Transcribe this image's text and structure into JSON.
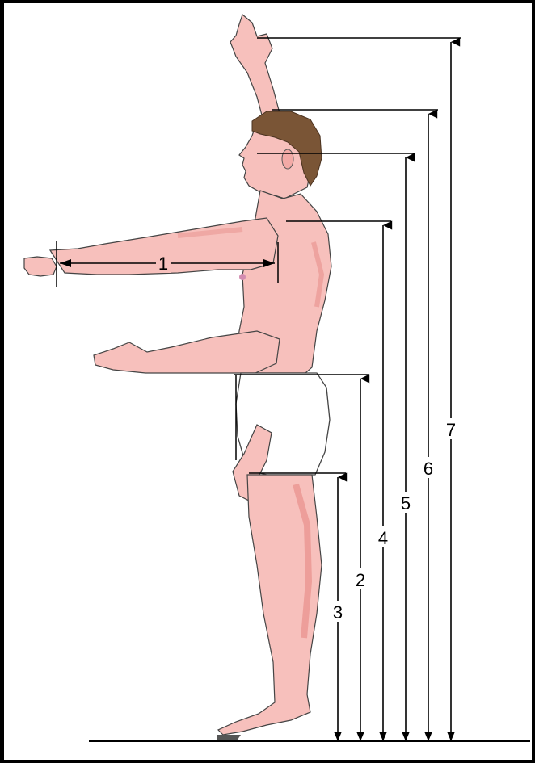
{
  "diagram": {
    "measurements": [
      {
        "id": "1",
        "label": "1"
      },
      {
        "id": "2",
        "label": "2"
      },
      {
        "id": "3",
        "label": "3"
      },
      {
        "id": "4",
        "label": "4"
      },
      {
        "id": "5",
        "label": "5"
      },
      {
        "id": "6",
        "label": "6"
      },
      {
        "id": "7",
        "label": "7"
      }
    ],
    "colors": {
      "skin": "#f7c0bc",
      "skin_shade": "#e8908c",
      "hair": "#7a5536",
      "shorts": "#ffffff",
      "line": "#000000"
    }
  }
}
